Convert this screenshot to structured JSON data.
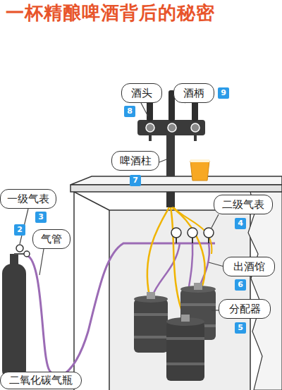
{
  "diagram": {
    "title": "一杯精酿啤酒背后的秘密",
    "nodes": [
      {
        "text": [
          "酒头"
        ]
      },
      {
        "text": [
          "8"
        ]
      },
      {
        "text": [
          "酒柄"
        ]
      },
      {
        "text": [
          "9"
        ]
      },
      {
        "text": [
          "啤酒柱"
        ]
      },
      {
        "text": [
          "7"
        ]
      },
      {
        "text": [
          "一级气表"
        ]
      },
      {
        "text": [
          "3"
        ]
      },
      {
        "text": [
          "2"
        ]
      },
      {
        "text": [
          "气管"
        ]
      },
      {
        "text": [
          "二级气表"
        ]
      },
      {
        "text": [
          "4"
        ]
      },
      {
        "text": [
          "出酒馆"
        ]
      },
      {
        "text": [
          "6"
        ]
      },
      {
        "text": [
          "分配器"
        ]
      },
      {
        "text": [
          "5"
        ]
      },
      {
        "text": [
          "二氧化碳气瓶"
        ]
      }
    ]
  }
}
